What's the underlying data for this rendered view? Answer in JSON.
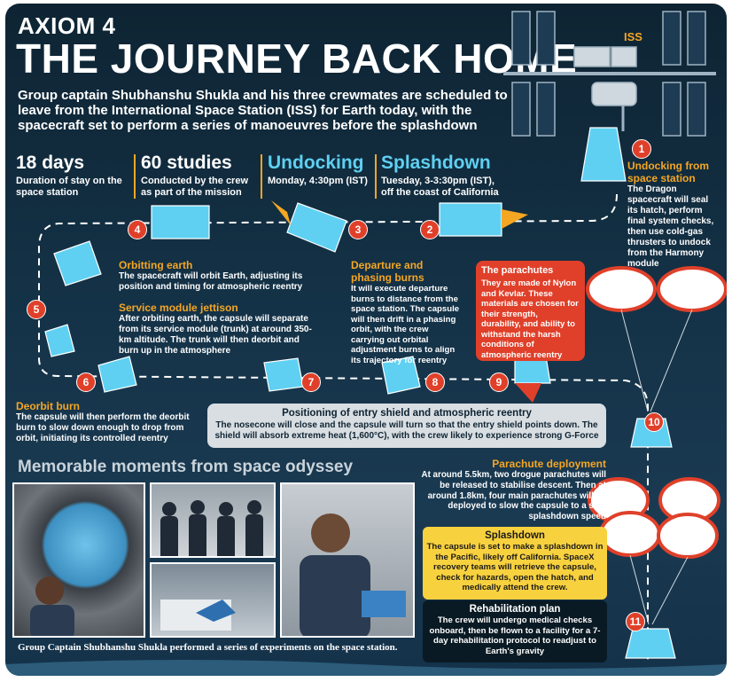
{
  "header": {
    "kicker": "AXIOM 4",
    "title": "THE JOURNEY BACK HOME",
    "intro": "Group captain Shubhanshu Shukla and his three crewmates are scheduled to leave from the International Space Station (ISS) for Earth today, with the spacecraft set to perform a series of manoeuvres before the splashdown"
  },
  "stats": [
    {
      "value": "18 days",
      "caption": "Duration of stay on the space station"
    },
    {
      "value": "60 studies",
      "caption": "Conducted by the crew as part of the mission"
    },
    {
      "value": "Undocking",
      "caption": "Monday, 4:30pm (IST)"
    },
    {
      "value": "Splashdown",
      "caption": "Tuesday, 3-3:30pm (IST), off the coast of California"
    }
  ],
  "iss_label": "ISS",
  "steps": [
    {
      "num": "1",
      "title": "Undocking from space station",
      "body": "The Dragon spacecraft will seal its hatch, perform final system checks, then use cold-gas thrusters to undock from the Harmony module"
    },
    {
      "num": "2",
      "title": "",
      "body": ""
    },
    {
      "num": "3",
      "title": "Departure and phasing burns",
      "body": "It will execute departure burns to distance from the space station. The capsule will then drift in a phasing orbit, with the crew carrying out orbital adjustment burns to align its trajectory for reentry"
    },
    {
      "num": "4",
      "title": "Orbitting earth",
      "body": "The spacecraft will orbit Earth, adjusting its position and timing for atmospheric reentry"
    },
    {
      "num": "5",
      "title": "Service module jettison",
      "body": "After orbiting earth, the capsule will separate from its service module (trunk) at around 350-km altitude. The trunk will then deorbit and burn up in the atmosphere"
    },
    {
      "num": "6",
      "title": "Deorbit burn",
      "body": "The capsule will then perform the deorbit burn to slow down enough to drop from orbit, initiating its controlled reentry"
    },
    {
      "num": "7",
      "title": "",
      "body": ""
    },
    {
      "num": "8",
      "title": "",
      "body": ""
    },
    {
      "num": "9",
      "title": "",
      "body": ""
    },
    {
      "num": "10",
      "title": "Parachute deployment",
      "body": "At around 5.5km, two drogue parachutes will be released to stabilise descent. Then at around 1.8km, four main parachutes will be deployed to slow the capsule to a safe splashdown speed"
    },
    {
      "num": "11",
      "title": "",
      "body": ""
    }
  ],
  "entry": {
    "title": "Positioning of entry shield and atmospheric reentry",
    "body": "The nosecone will close and the capsule will turn so that the entry shield points down. The shield will absorb extreme heat (1,600°C), with the crew likely to experience strong G-Force"
  },
  "parachutes": {
    "title": "The parachutes",
    "body": "They are made of Nylon and Kevlar. These materials are chosen for their strength, durability, and ability to withstand the harsh conditions of atmospheric reentry"
  },
  "splashdown": {
    "title": "Splashdown",
    "body": "The capsule is set to make a splashdown in the Pacific, likely off California. SpaceX recovery teams will retrieve the capsule, check for hazards, open the hatch, and medically attend the crew."
  },
  "rehab": {
    "title": "Rehabilitation plan",
    "body": "The crew will undergo medical checks onboard, then be flown to a facility for a 7-day rehabilitation protocol to readjust to Earth's gravity"
  },
  "memorable": {
    "title": "Memorable moments from space odyssey",
    "caption": "Group Captain Shubhanshu Shukla performed a series of experiments on the space station."
  },
  "colors": {
    "accent": "#f5a623",
    "badge": "#e0402a",
    "cyan": "#5fd0f2",
    "navy": "#0e2433"
  }
}
